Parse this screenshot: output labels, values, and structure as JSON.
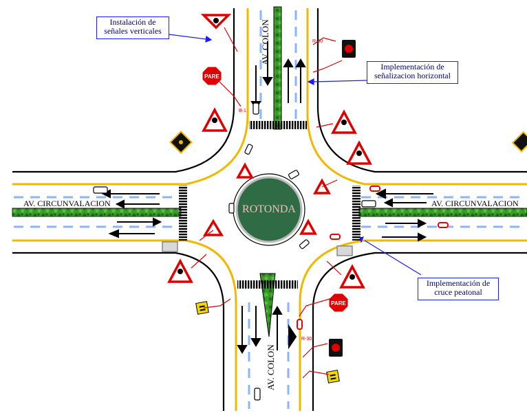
{
  "streets": {
    "north": "AV. COLON",
    "south": "AV. COLON",
    "west": "AV. CIRCUNVALACION",
    "east": "AV. CIRCUNVALACION"
  },
  "roundabout_label": "ROTONDA",
  "callouts": {
    "vertical_signs": [
      "Instalación de",
      "señales verticales"
    ],
    "horizontal_marking": [
      "Implementación de",
      "señalizacion horizontal"
    ],
    "crosswalk": [
      "Implementación de",
      "cruce peatonal"
    ]
  },
  "sign_texts": {
    "stop": "PARE",
    "code_b1": "B-1",
    "code_r30_north": "R-30",
    "code_r30_south": "R-30"
  },
  "colors": {
    "road_edge": "#000000",
    "curb_yellow": "#f2b800",
    "lane_blue": "#8ab4ff",
    "median_green": "#2e8b2e",
    "roundabout_green": "#2f6b45",
    "sign_red": "#e00000",
    "callout_blue": "#1a1aff",
    "leader_red": "#dd0000"
  }
}
